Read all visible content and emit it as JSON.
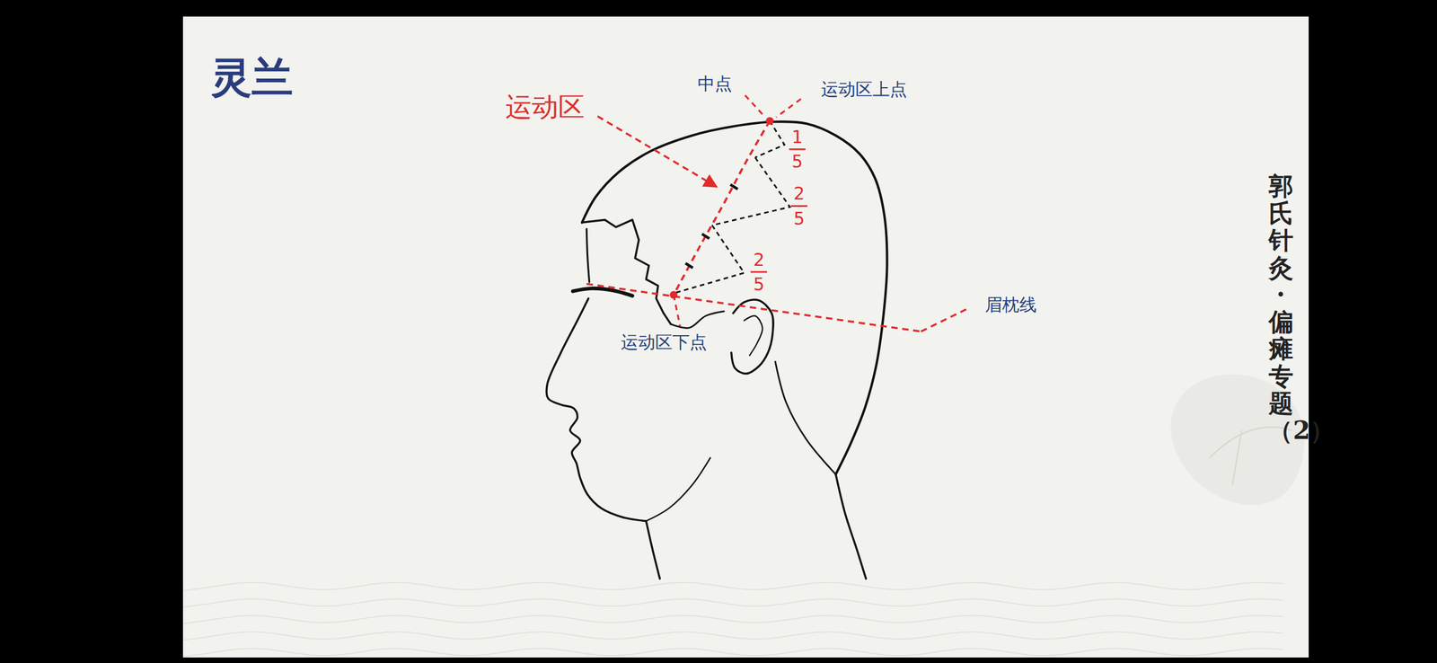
{
  "diagram": {
    "labels": [
      "灵兰",
      "运动区",
      "中点",
      "运动区上点",
      "1",
      "5",
      "2",
      "5",
      "2",
      "5",
      "眉枕线",
      "运动区下点",
      "郭氏针灸·偏瘫专题（2）"
    ]
  }
}
